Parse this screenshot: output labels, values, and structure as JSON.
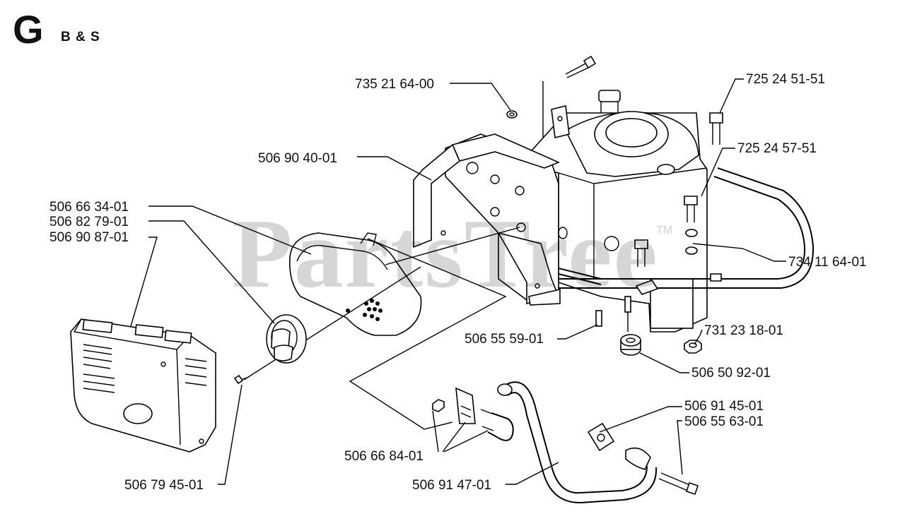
{
  "header": {
    "section_letter": "G",
    "section_subtitle": "B & S"
  },
  "watermark": {
    "text": "PartsTree",
    "tm": "TM"
  },
  "parts": [
    {
      "id": "735-21-64-00",
      "number": "735 21 64-00"
    },
    {
      "id": "725-24-51-51",
      "number": "725 24 51-51"
    },
    {
      "id": "725-24-57-51",
      "number": "725 24 57-51"
    },
    {
      "id": "506-90-40-01",
      "number": "506 90 40-01"
    },
    {
      "id": "506-66-34-01",
      "number": "506 66 34-01"
    },
    {
      "id": "506-82-79-01",
      "number": "506 82 79-01"
    },
    {
      "id": "506-90-87-01",
      "number": "506 90 87-01"
    },
    {
      "id": "734-11-64-01",
      "number": "734 11 64-01"
    },
    {
      "id": "506-55-59-01",
      "number": "506 55 59-01"
    },
    {
      "id": "731-23-18-01",
      "number": "731 23 18-01"
    },
    {
      "id": "506-50-92-01",
      "number": "506 50 92-01"
    },
    {
      "id": "506-91-45-01",
      "number": "506 91 45-01"
    },
    {
      "id": "506-55-63-01",
      "number": "506 55 63-01"
    },
    {
      "id": "506-66-84-01",
      "number": "506 66 84-01"
    },
    {
      "id": "506-79-45-01",
      "number": "506 79 45-01"
    },
    {
      "id": "506-91-47-01",
      "number": "506 91 47-01"
    }
  ]
}
